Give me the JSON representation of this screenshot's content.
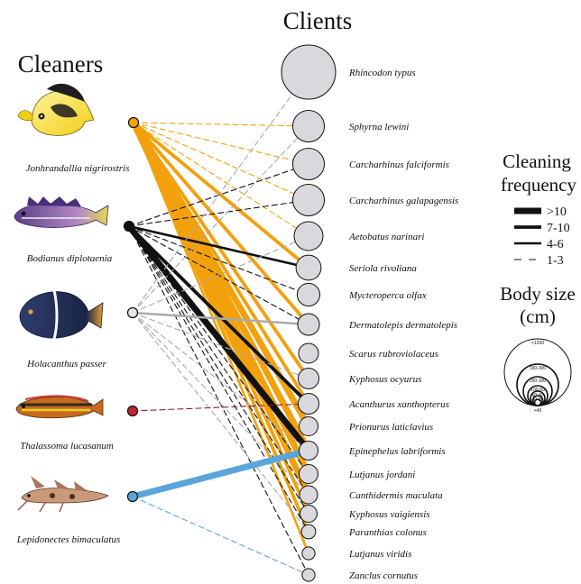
{
  "header": {
    "clients_title": "Clients",
    "cleaners_title": "Cleaners"
  },
  "colors": {
    "orange": "#f2a10d",
    "black": "#111111",
    "grey": "#aaaaaa",
    "red": "#c02436",
    "maroon": "#8a1c3a",
    "blue": "#5aa6dc",
    "client_fill": "#d9d9dd"
  },
  "cleaners": [
    {
      "name": "Jonhrandallia nigrirostris",
      "color": "#f2a10d",
      "fish": "butterflyfish-yellow"
    },
    {
      "name": "Bodianus diplotaenia",
      "color": "#111111",
      "fish": "hogfish-purple"
    },
    {
      "name": "Holacanthus passer",
      "color": "#e6e6e6",
      "fish": "angelfish-dark"
    },
    {
      "name": "Thalassoma lucasanum",
      "color": "#c02436",
      "fish": "wrasse-striped"
    },
    {
      "name": "Lepidonectes bimaculatus",
      "color": "#5aa6dc",
      "fish": "blenny-mottled"
    }
  ],
  "clients": [
    {
      "name": "Rhincodon typus",
      "size": 1.0
    },
    {
      "name": "Sphyrna lewini",
      "size": 0.52
    },
    {
      "name": "Carcharhinus falciformis",
      "size": 0.52
    },
    {
      "name": "Carcharhinus galapagensis",
      "size": 0.52
    },
    {
      "name": "Aetobatus narinari",
      "size": 0.46
    },
    {
      "name": "Seriola rivoliana",
      "size": 0.38
    },
    {
      "name": "Mycteroperca olfax",
      "size": 0.33
    },
    {
      "name": "Dermatolepis dermatolepis",
      "size": 0.31
    },
    {
      "name": "Scarus rubroviolaceus",
      "size": 0.27
    },
    {
      "name": "Kyphosus ocyurus",
      "size": 0.29
    },
    {
      "name": "Acanthurus xanthopterus",
      "size": 0.29
    },
    {
      "name": "Prionurus laticlavius",
      "size": 0.25
    },
    {
      "name": "Epinephelus labriformis",
      "size": 0.25
    },
    {
      "name": "Lutjanus jordani",
      "size": 0.25
    },
    {
      "name": "Canthidermis maculata",
      "size": 0.23
    },
    {
      "name": "Kyphosus vaigiensis",
      "size": 0.21
    },
    {
      "name": "Paranthias colonus",
      "size": 0.15
    },
    {
      "name": "Lutjanus viridis",
      "size": 0.12
    },
    {
      "name": "Zanclus cornutus",
      "size": 0.12
    }
  ],
  "links": [
    {
      "cleaner": 0,
      "client": 1,
      "level": 1
    },
    {
      "cleaner": 0,
      "client": 2,
      "level": 1
    },
    {
      "cleaner": 0,
      "client": 3,
      "level": 1
    },
    {
      "cleaner": 0,
      "client": 4,
      "level": 1
    },
    {
      "cleaner": 0,
      "client": 5,
      "level": 3
    },
    {
      "cleaner": 0,
      "client": 7,
      "level": 3
    },
    {
      "cleaner": 0,
      "client": 9,
      "level": 3
    },
    {
      "cleaner": 0,
      "client": 11,
      "level": 4
    },
    {
      "cleaner": 0,
      "client": 12,
      "level": 4
    },
    {
      "cleaner": 0,
      "client": 13,
      "level": 4
    },
    {
      "cleaner": 0,
      "client": 14,
      "level": 4
    },
    {
      "cleaner": 0,
      "client": 15,
      "level": 3
    },
    {
      "cleaner": 0,
      "client": 16,
      "level": 3
    },
    {
      "cleaner": 0,
      "client": 17,
      "level": 2
    },
    {
      "cleaner": 0,
      "client": 10,
      "level": 3
    },
    {
      "cleaner": 1,
      "client": 2,
      "level": 1
    },
    {
      "cleaner": 1,
      "client": 3,
      "level": 1
    },
    {
      "cleaner": 1,
      "client": 5,
      "level": 2
    },
    {
      "cleaner": 1,
      "client": 6,
      "level": 1
    },
    {
      "cleaner": 1,
      "client": 7,
      "level": 1
    },
    {
      "cleaner": 1,
      "client": 10,
      "level": 3
    },
    {
      "cleaner": 1,
      "client": 12,
      "level": 4
    },
    {
      "cleaner": 1,
      "client": 13,
      "level": 1
    },
    {
      "cleaner": 1,
      "client": 14,
      "level": 1
    },
    {
      "cleaner": 1,
      "client": 15,
      "level": 1
    },
    {
      "cleaner": 1,
      "client": 16,
      "level": 1
    },
    {
      "cleaner": 1,
      "client": 18,
      "level": 1
    },
    {
      "cleaner": 2,
      "client": 0,
      "level": 1
    },
    {
      "cleaner": 2,
      "client": 1,
      "level": 1
    },
    {
      "cleaner": 2,
      "client": 4,
      "level": 1
    },
    {
      "cleaner": 2,
      "client": 7,
      "level": 2
    },
    {
      "cleaner": 2,
      "client": 9,
      "level": 1
    },
    {
      "cleaner": 2,
      "client": 12,
      "level": 1
    },
    {
      "cleaner": 2,
      "client": 14,
      "level": 1
    },
    {
      "cleaner": 2,
      "client": 16,
      "level": 1
    },
    {
      "cleaner": 3,
      "client": 10,
      "level": 1
    },
    {
      "cleaner": 4,
      "client": 12,
      "level": 4
    },
    {
      "cleaner": 4,
      "client": 18,
      "level": 1
    }
  ],
  "legend": {
    "frequency_title_line1": "Cleaning",
    "frequency_title_line2": "frequency",
    "items": [
      {
        "label": ">10",
        "level": 4
      },
      {
        "label": "7-10",
        "level": 3
      },
      {
        "label": "4-6",
        "level": 2
      },
      {
        "label": "1-3",
        "level": 1
      }
    ],
    "size_title_line1": "Body size",
    "size_title_line2": "(cm)",
    "size_labels": [
      ">1200",
      "330-300",
      "200-300",
      "100-50",
      "60-40",
      "40-20",
      "<40"
    ]
  }
}
